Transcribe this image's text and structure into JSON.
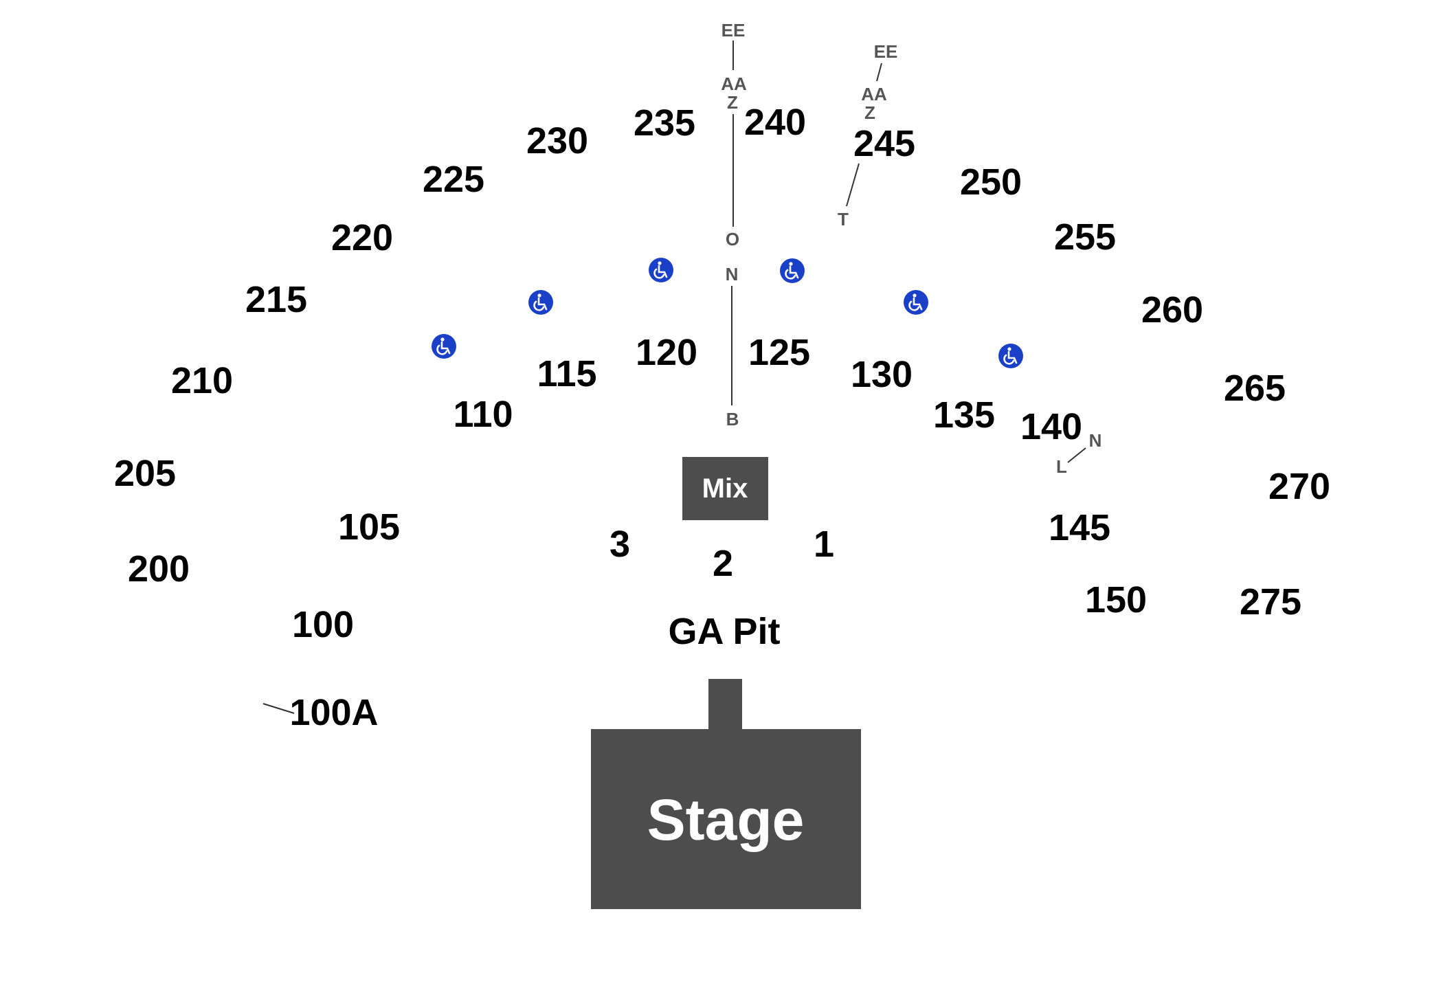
{
  "map": {
    "colors": {
      "section_text": "#000000",
      "row_text": "#555555",
      "stage_fill": "#4d4d4d",
      "accessible_icon": "#1a40c8"
    },
    "stage_label": "Stage",
    "mix_label": "Mix",
    "ga_pit_label": "GA Pit",
    "floor_sections": [
      "1",
      "2",
      "3"
    ],
    "lower_sections": [
      "100",
      "100A",
      "105",
      "110",
      "115",
      "120",
      "125",
      "130",
      "135",
      "140",
      "145",
      "150"
    ],
    "upper_sections": [
      "200",
      "205",
      "210",
      "215",
      "220",
      "225",
      "230",
      "235",
      "240",
      "245",
      "250",
      "255",
      "260",
      "265",
      "270",
      "275"
    ],
    "row_markers": {
      "aisle_240_top": [
        "EE",
        "AA",
        "Z"
      ],
      "aisle_240_mid": [
        "O",
        "N"
      ],
      "aisle_125_bottom": "B",
      "aisle_245_top": [
        "EE",
        "AA",
        "Z"
      ],
      "aisle_245_bottom": "T",
      "aisle_140": [
        "N",
        "L"
      ]
    },
    "accessible_icon": "wheelchair-icon",
    "accessible_icon_count": 6
  }
}
